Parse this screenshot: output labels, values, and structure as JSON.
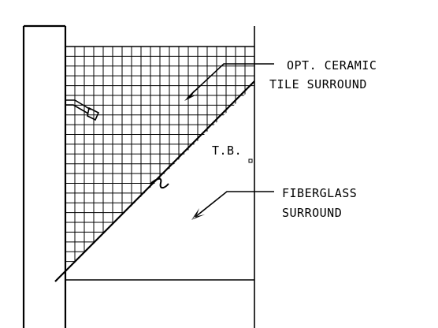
{
  "labels": {
    "tile_line1": "OPT. CERAMIC",
    "tile_line2": "TILE SURROUND",
    "tub_note": "T.B.",
    "fiberglass_line1": "FIBERGLASS",
    "fiberglass_line2": "SURROUND"
  },
  "grid": {
    "columns": 20,
    "rows": 23
  },
  "colors": {
    "ink": "#000000",
    "background": "#ffffff"
  },
  "icons": [
    "shower-head-icon",
    "break-line-symbol",
    "leader-arrow"
  ]
}
